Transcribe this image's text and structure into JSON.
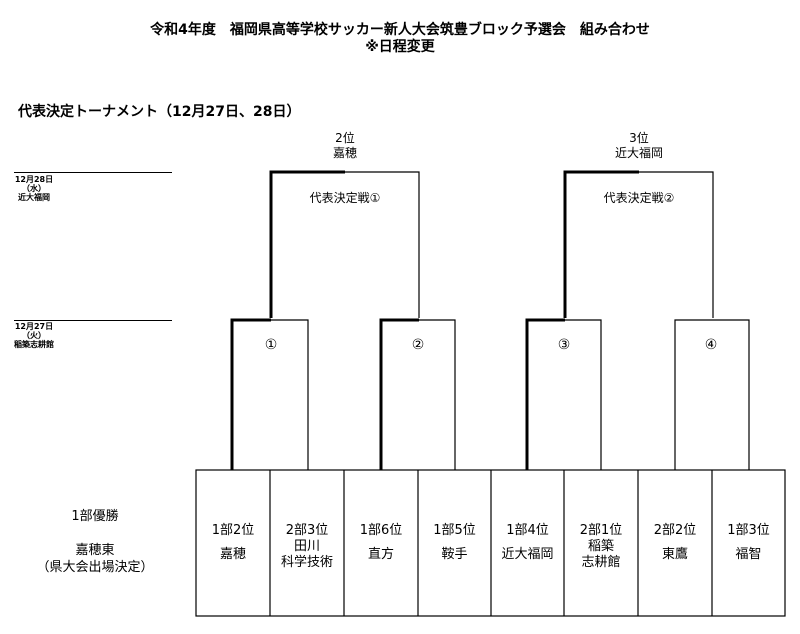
{
  "header": {
    "title": "令和4年度　福岡県高等学校サッカー新人大会筑豊ブロック予選会　組み合わせ",
    "subtitle": "※日程変更"
  },
  "section_title": "代表決定トーナメント（12月27日、28日）",
  "dates": [
    {
      "date": "12月28日",
      "weekday": "（水）",
      "venue": "近大福岡"
    },
    {
      "date": "12月27日",
      "weekday": "（火）",
      "venue": "稲築志耕館"
    }
  ],
  "finals": [
    {
      "rank": "2位",
      "team": "嘉穂",
      "label": "代表決定戦①"
    },
    {
      "rank": "3位",
      "team": "近大福岡",
      "label": "代表決定戦②"
    }
  ],
  "matches": [
    "①",
    "②",
    "③",
    "④"
  ],
  "teams": [
    {
      "rank": "1部2位",
      "name": "嘉穂"
    },
    {
      "rank": "2部3位\n田川",
      "name": "科学技術"
    },
    {
      "rank": "1部6位",
      "name": "直方"
    },
    {
      "rank": "1部5位",
      "name": "鞍手"
    },
    {
      "rank": "1部4位",
      "name": "近大福岡"
    },
    {
      "rank": "2部1位\n稲築",
      "name": "志耕館"
    },
    {
      "rank": "2部2位",
      "name": "東鷹"
    },
    {
      "rank": "1部3位",
      "name": "福智"
    }
  ],
  "champion": {
    "label": "1部優勝",
    "team": "嘉穂東",
    "note": "（県大会出場決定）"
  }
}
